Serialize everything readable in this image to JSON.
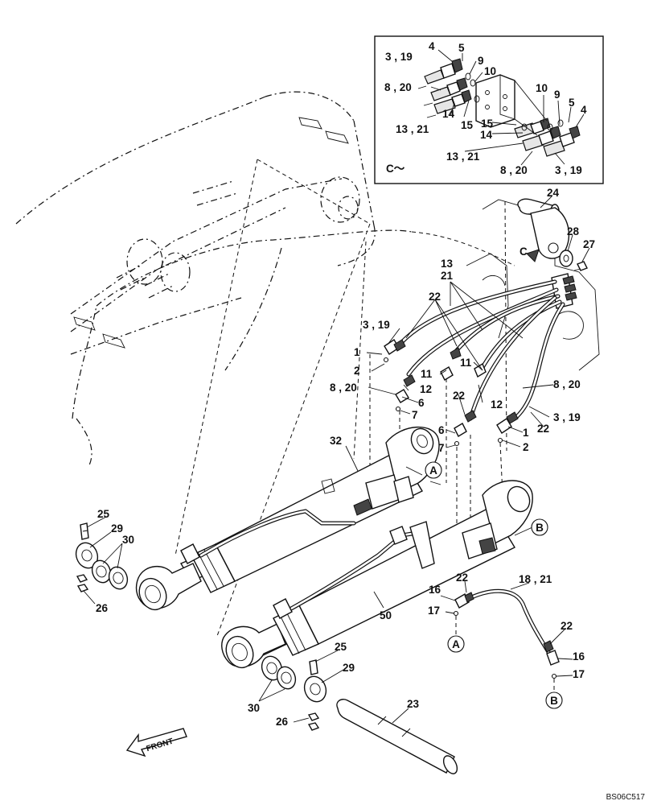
{
  "drawing_code": "BS06C517",
  "front_label": "FRONT",
  "detail_title": "C～",
  "view_arrow_label": "C",
  "detail_labels": [
    {
      "id": "d-3-19-a",
      "text": "3 , 19"
    },
    {
      "id": "d-4-a",
      "text": "4"
    },
    {
      "id": "d-5-a",
      "text": "5"
    },
    {
      "id": "d-9-a",
      "text": "9"
    },
    {
      "id": "d-10-a",
      "text": "10"
    },
    {
      "id": "d-8-20-a",
      "text": "8 , 20"
    },
    {
      "id": "d-14-a",
      "text": "14"
    },
    {
      "id": "d-15-a",
      "text": "15"
    },
    {
      "id": "d-13-21-a",
      "text": "13 , 21"
    },
    {
      "id": "d-10-b",
      "text": "10"
    },
    {
      "id": "d-9-b",
      "text": "9"
    },
    {
      "id": "d-5-b",
      "text": "5"
    },
    {
      "id": "d-4-b",
      "text": "4"
    },
    {
      "id": "d-15-b",
      "text": "15"
    },
    {
      "id": "d-14-b",
      "text": "14"
    },
    {
      "id": "d-13-21-b",
      "text": "13 , 21"
    },
    {
      "id": "d-8-20-b",
      "text": "8 , 20"
    },
    {
      "id": "d-3-19-b",
      "text": "3 , 19"
    }
  ],
  "callouts": [
    {
      "id": "c24",
      "text": "24"
    },
    {
      "id": "c28",
      "text": "28"
    },
    {
      "id": "c27",
      "text": "27"
    },
    {
      "id": "c13",
      "text": "13"
    },
    {
      "id": "c21",
      "text": "21"
    },
    {
      "id": "c22a",
      "text": "22"
    },
    {
      "id": "c3-19a",
      "text": "3 , 19"
    },
    {
      "id": "c1a",
      "text": "1"
    },
    {
      "id": "c2a",
      "text": "2"
    },
    {
      "id": "c11a",
      "text": "11"
    },
    {
      "id": "c11b",
      "text": "11"
    },
    {
      "id": "c12a",
      "text": "12"
    },
    {
      "id": "c8-20a",
      "text": "8 , 20"
    },
    {
      "id": "c8-20b",
      "text": "8 , 20"
    },
    {
      "id": "c6a",
      "text": "6"
    },
    {
      "id": "c7a",
      "text": "7"
    },
    {
      "id": "c22b",
      "text": "22"
    },
    {
      "id": "c12b",
      "text": "12"
    },
    {
      "id": "c3-19b",
      "text": "3 , 19"
    },
    {
      "id": "c1b",
      "text": "1"
    },
    {
      "id": "c22c",
      "text": "22"
    },
    {
      "id": "c2b",
      "text": "2"
    },
    {
      "id": "c6b",
      "text": "6"
    },
    {
      "id": "c7b",
      "text": "7"
    },
    {
      "id": "c32",
      "text": "32"
    },
    {
      "id": "c25a",
      "text": "25"
    },
    {
      "id": "c29a",
      "text": "29"
    },
    {
      "id": "c30a",
      "text": "30"
    },
    {
      "id": "c26a",
      "text": "26"
    },
    {
      "id": "c50",
      "text": "50"
    },
    {
      "id": "c16a",
      "text": "16"
    },
    {
      "id": "c22d",
      "text": "22"
    },
    {
      "id": "c18-21",
      "text": "18 , 21"
    },
    {
      "id": "c17a",
      "text": "17"
    },
    {
      "id": "c22e",
      "text": "22"
    },
    {
      "id": "c16b",
      "text": "16"
    },
    {
      "id": "c17b",
      "text": "17"
    },
    {
      "id": "c25b",
      "text": "25"
    },
    {
      "id": "c29b",
      "text": "29"
    },
    {
      "id": "c30b",
      "text": "30"
    },
    {
      "id": "c26b",
      "text": "26"
    },
    {
      "id": "c23",
      "text": "23"
    }
  ],
  "ref_markers": [
    {
      "id": "mA1",
      "text": "A"
    },
    {
      "id": "mB1",
      "text": "B"
    },
    {
      "id": "mA2",
      "text": "A"
    },
    {
      "id": "mB2",
      "text": "B"
    }
  ]
}
